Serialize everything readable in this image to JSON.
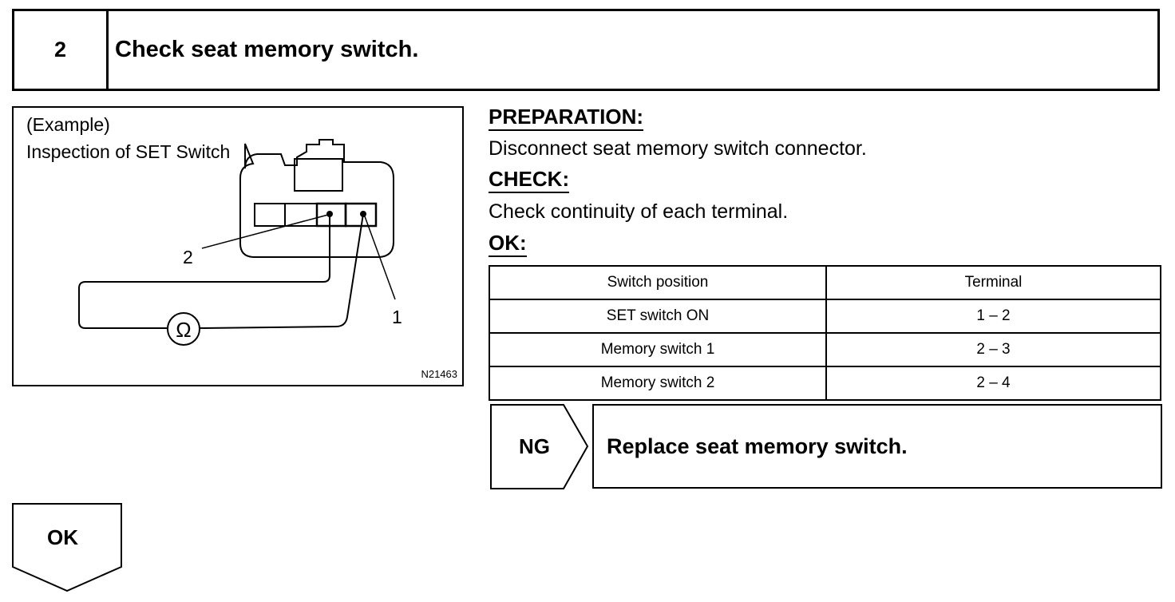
{
  "step": {
    "number": "2",
    "title": "Check seat memory switch."
  },
  "figure": {
    "caption_line1": "(Example)",
    "caption_line2": "Inspection of SET Switch",
    "terminal_label_2": "2",
    "terminal_label_1": "1",
    "ohm_symbol": "Ω",
    "code": "N21463"
  },
  "preparation": {
    "heading": "PREPARATION:",
    "text": "Disconnect seat memory switch connector."
  },
  "check": {
    "heading": "CHECK:",
    "text": "Check continuity of each terminal."
  },
  "ok_section": {
    "heading": "OK:"
  },
  "table": {
    "headers": [
      "Switch position",
      "Terminal"
    ],
    "rows": [
      [
        "SET switch ON",
        "1 – 2"
      ],
      [
        "Memory switch 1",
        "2 – 3"
      ],
      [
        "Memory switch 2",
        "2 – 4"
      ]
    ]
  },
  "ng": {
    "label": "NG",
    "action": "Replace seat memory switch."
  },
  "ok": {
    "label": "OK"
  }
}
